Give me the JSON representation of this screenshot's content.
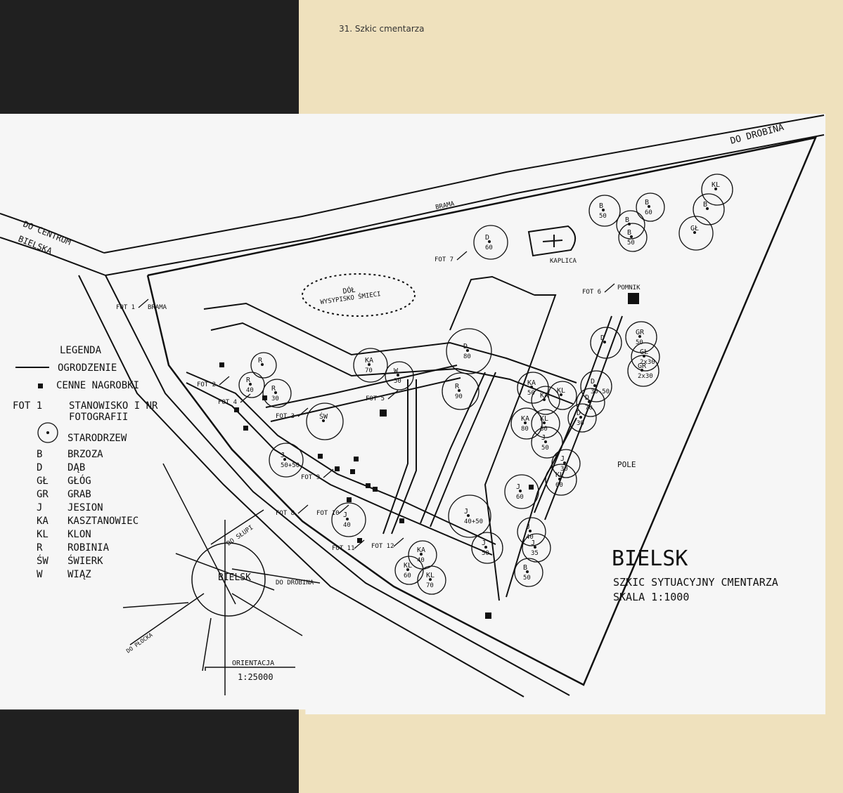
{
  "page_caption": "31. Szkic cmentarza",
  "title": {
    "place": "BIELSK",
    "subtitle": "SZKIC SYTUACYJNY CMENTARZA",
    "scale": "SKALA  1:1000"
  },
  "roads": {
    "to_drobin": "DO DROBINA",
    "to_center": "DO CENTRUM",
    "to_center_2": "BIELSKA"
  },
  "labels": {
    "brama_north": "BRAMA",
    "brama_west": "BRAMA",
    "kaplica": "KAPLICA",
    "pomnik": "POMNIK",
    "pole": "POLE",
    "dol_1": "DÓŁ",
    "dol_2": "WYSYPISKO ŚMIECI"
  },
  "photos": [
    "FOT 1",
    "FOT 2",
    "FOT 3",
    "FOT 4",
    "FOT 5",
    "FOT 6",
    "FOT 7",
    "FOT 8",
    "FOT 9",
    "FOT 10",
    "FOT 11",
    "FOT 12"
  ],
  "legend": {
    "title": "LEGENDA",
    "fence": "OGRODZENIE",
    "graves": "CENNE NAGROBKI",
    "photo_key": "FOT 1",
    "photo_desc_1": "STANOWISKO I NR",
    "photo_desc_2": "FOTOGRAFII",
    "trees": "STARODRZEW",
    "species": [
      {
        "code": "B",
        "name": "BRZOZA"
      },
      {
        "code": "D",
        "name": "DĄB"
      },
      {
        "code": "GŁ",
        "name": "GŁÓG"
      },
      {
        "code": "GR",
        "name": "GRAB"
      },
      {
        "code": "J",
        "name": "JESION"
      },
      {
        "code": "KA",
        "name": "KASZTANOWIEC"
      },
      {
        "code": "KL",
        "name": "KLON"
      },
      {
        "code": "R",
        "name": "ROBINIA"
      },
      {
        "code": "ŚW",
        "name": "ŚWIERK"
      },
      {
        "code": "W",
        "name": "WIĄZ"
      }
    ]
  },
  "inset": {
    "town": "BIELSK",
    "to_sluppi": "DO SŁUPI",
    "to_drobin": "DO DROBINA",
    "to_plock": "DO PŁOCKA",
    "orientation": "ORIENTACJA",
    "scale": "1:25000"
  },
  "trees": [
    {
      "code": "B",
      "size": "50"
    },
    {
      "code": "B",
      "size": "60"
    },
    {
      "code": "B",
      "size": ""
    },
    {
      "code": "B",
      "size": "50"
    },
    {
      "code": "KL",
      "size": ""
    },
    {
      "code": "B",
      "size": ""
    },
    {
      "code": "GŁ",
      "size": ""
    },
    {
      "code": "D",
      "size": "60"
    },
    {
      "code": "D",
      "size": "80"
    },
    {
      "code": "R",
      "size": "90"
    },
    {
      "code": "KA",
      "size": "70"
    },
    {
      "code": "W",
      "size": "50"
    },
    {
      "code": "R",
      "size": ""
    },
    {
      "code": "R",
      "size": "40"
    },
    {
      "code": "R",
      "size": "30"
    },
    {
      "code": "ŚW",
      "size": ""
    },
    {
      "code": "J",
      "size": "50+50"
    },
    {
      "code": "D",
      "size": ""
    },
    {
      "code": "GR",
      "size": "50"
    },
    {
      "code": "GŁ",
      "size": "2x30"
    },
    {
      "code": "GR",
      "size": "2x30"
    },
    {
      "code": "D",
      "size": "30-50"
    },
    {
      "code": "D",
      "size": "70"
    },
    {
      "code": "D",
      "size": "30"
    },
    {
      "code": "KA",
      "size": "50"
    },
    {
      "code": "KA",
      "size": ""
    },
    {
      "code": "KL",
      "size": ""
    },
    {
      "code": "KA",
      "size": "80"
    },
    {
      "code": "KL",
      "size": "80"
    },
    {
      "code": "J",
      "size": "50"
    },
    {
      "code": "J",
      "size": "30"
    },
    {
      "code": "KL",
      "size": "60"
    },
    {
      "code": "J",
      "size": "60"
    },
    {
      "code": "J",
      "size": "40+50"
    },
    {
      "code": "J",
      "size": "50"
    },
    {
      "code": "J",
      "size": "40"
    },
    {
      "code": "J",
      "size": "40"
    },
    {
      "code": "J",
      "size": "35"
    },
    {
      "code": "B",
      "size": "50"
    },
    {
      "code": "KA",
      "size": "40"
    },
    {
      "code": "KL",
      "size": "60"
    },
    {
      "code": "KL",
      "size": "70"
    }
  ],
  "colors": {
    "paper": "#f6f6f6",
    "tan": "#efe1bd",
    "ink": "#111111",
    "dark": "#202020"
  }
}
